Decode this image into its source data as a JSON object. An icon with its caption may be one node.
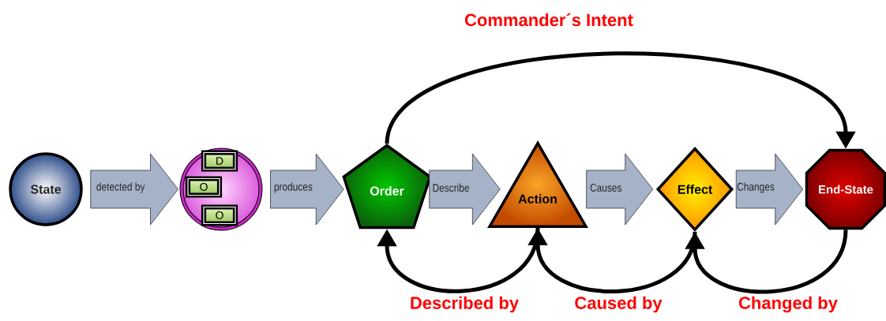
{
  "diagram": {
    "nodes": [
      {
        "text": [
          "State"
        ]
      },
      {
        "text": [],
        "shape": "circle"
      },
      {
        "text": [
          "D"
        ],
        "in": 1
      },
      {
        "text": [
          "O"
        ],
        "in": 1
      },
      {
        "text": [
          "O"
        ],
        "in": 1
      },
      {
        "text": [
          "Order"
        ]
      },
      {
        "text": [
          "Action"
        ]
      },
      {
        "text": [
          "Effect"
        ]
      },
      {
        "text": [
          "End-State"
        ]
      }
    ],
    "edges": [
      {
        "from": 0,
        "to": 1,
        "arrow": "to",
        "label": "detected by"
      },
      {
        "from": 1,
        "to": 5,
        "arrow": "to",
        "label": "produces"
      },
      {
        "from": 5,
        "to": 6,
        "arrow": "to",
        "label": "Describe"
      },
      {
        "from": 6,
        "to": 7,
        "arrow": "to",
        "label": "Causes"
      },
      {
        "from": 7,
        "to": 8,
        "arrow": "to",
        "label": "Changes"
      },
      {
        "from": 5,
        "to": 8,
        "arrow": "to",
        "label": "Commander´s Intent"
      },
      {
        "from": 6,
        "to": 5,
        "arrow": "to",
        "label": "Described by"
      },
      {
        "from": 7,
        "to": 6,
        "arrow": "to",
        "label": "Caused by"
      },
      {
        "from": 8,
        "to": 7,
        "arrow": "to",
        "label": "Changed by"
      }
    ]
  }
}
